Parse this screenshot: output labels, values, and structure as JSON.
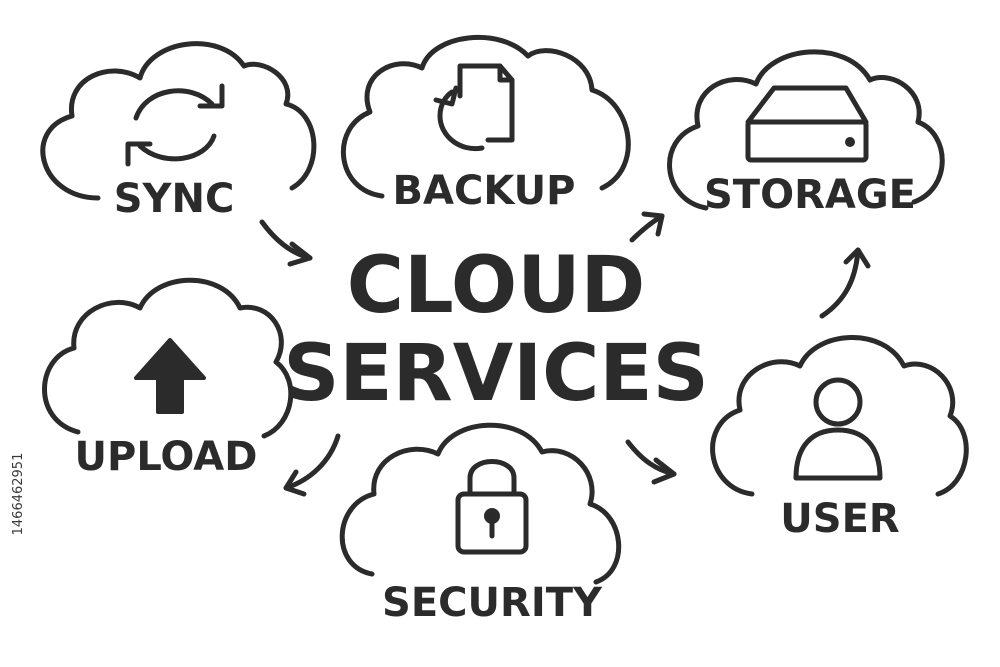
{
  "title": {
    "line1": "CLOUD",
    "line2": "SERVICES"
  },
  "nodes": {
    "sync": {
      "label": "SYNC",
      "icon": "sync-arrows-icon"
    },
    "backup": {
      "label": "BACKUP",
      "icon": "backup-document-icon"
    },
    "storage": {
      "label": "STORAGE",
      "icon": "storage-drive-icon"
    },
    "upload": {
      "label": "UPLOAD",
      "icon": "upload-arrow-icon"
    },
    "security": {
      "label": "SECURITY",
      "icon": "padlock-icon"
    },
    "user": {
      "label": "USER",
      "icon": "user-icon"
    }
  },
  "side_text": "1466462951",
  "colors": {
    "ink": "#2b2b2b",
    "background": "#ffffff"
  }
}
